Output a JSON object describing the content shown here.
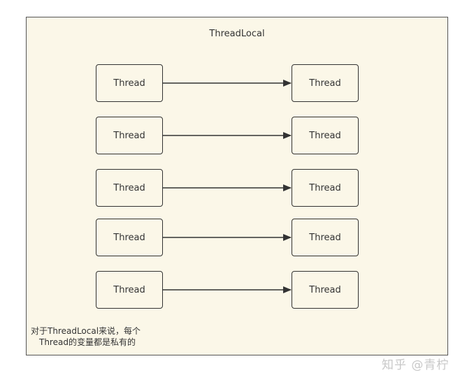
{
  "diagram": {
    "title": "ThreadLocal",
    "rows": [
      {
        "left": "Thread",
        "right": "Thread"
      },
      {
        "left": "Thread",
        "right": "Thread"
      },
      {
        "left": "Thread",
        "right": "Thread"
      },
      {
        "left": "Thread",
        "right": "Thread"
      },
      {
        "left": "Thread",
        "right": "Thread"
      }
    ],
    "note": {
      "line1": "对于ThreadLocal来说，每个",
      "line2": "Thread的变量都是私有的"
    }
  },
  "watermark": {
    "text": "知乎 @青柠"
  },
  "colors": {
    "background": "#fbf7e8",
    "stroke": "#333333",
    "border": "#555555"
  }
}
